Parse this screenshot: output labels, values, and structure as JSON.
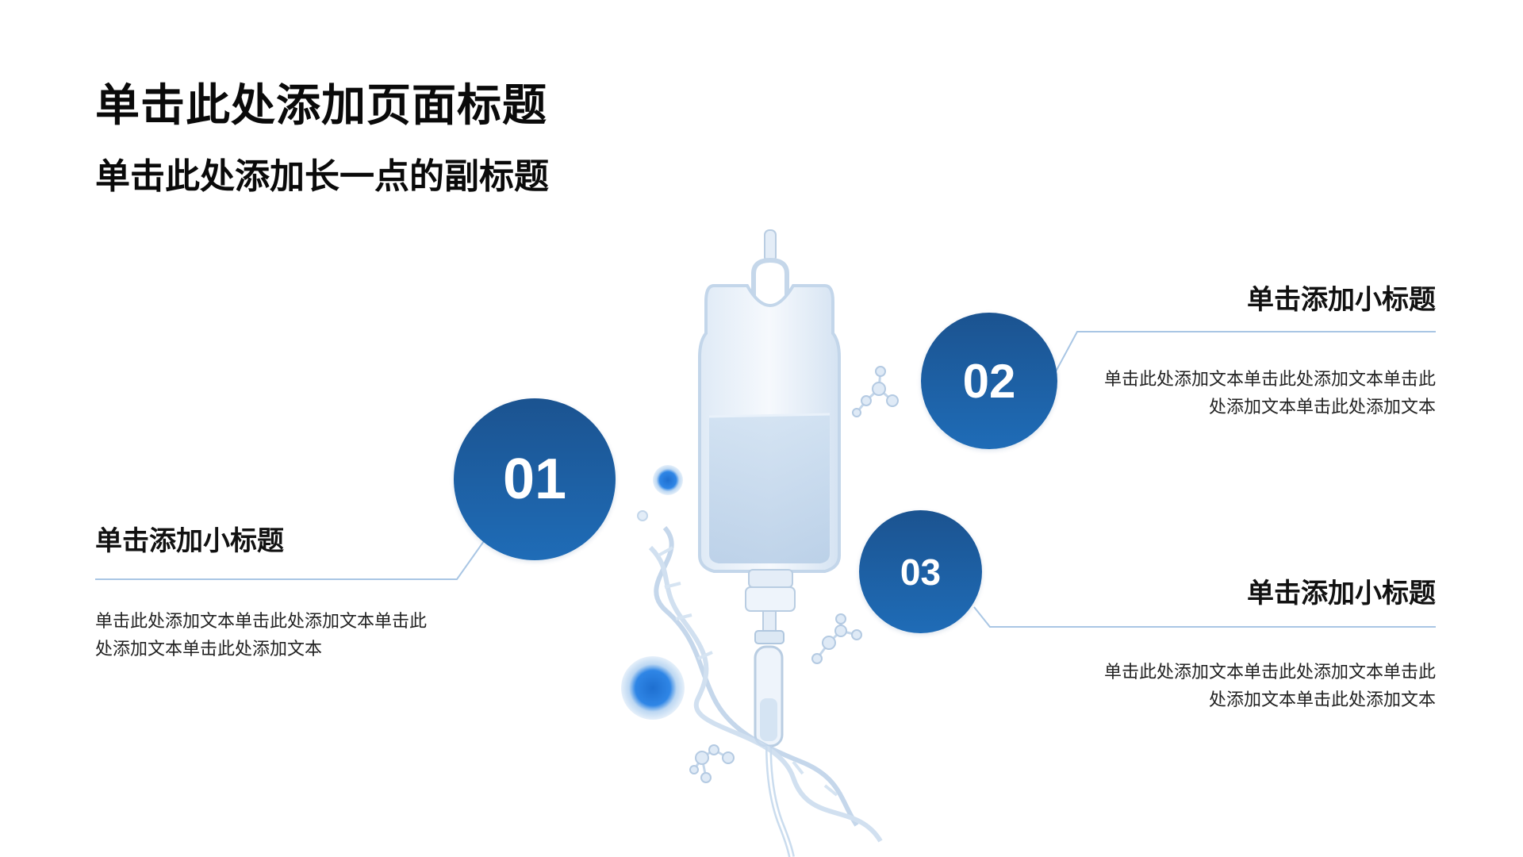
{
  "title": "单击此处添加页面标题",
  "subtitle": "单击此处添加长一点的副标题",
  "items": [
    {
      "number": "01",
      "heading": "单击添加小标题",
      "body": "单击此处添加文本单击此处添加文本单击此处添加文本单击此处添加文本"
    },
    {
      "number": "02",
      "heading": "单击添加小标题",
      "body": "单击此处添加文本单击此处添加文本单击此处添加文本单击此处添加文本"
    },
    {
      "number": "03",
      "heading": "单击添加小标题",
      "body": "单击此处添加文本单击此处添加文本单击此处添加文本单击此处添加文本"
    }
  ],
  "colors": {
    "circle_top": "#1b5390",
    "circle_bottom": "#1f6cb7",
    "line": "#a9c6e4",
    "illustration_accent": "#1e6fd0"
  },
  "icons": [
    "iv-bag-illustration",
    "dna-helix-icon",
    "molecule-icon",
    "cell-icon"
  ]
}
